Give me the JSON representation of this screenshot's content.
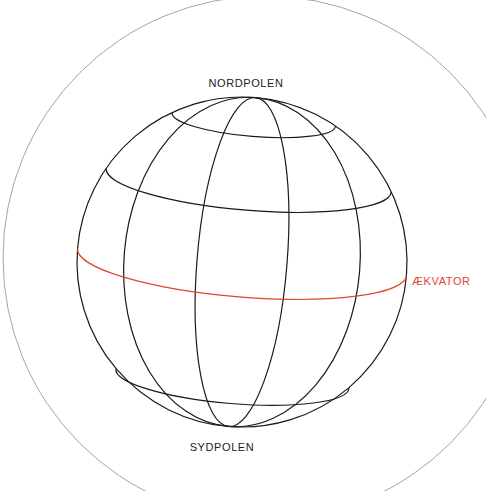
{
  "diagram": {
    "labels": [
      "NORDPOLEN",
      "ÆKVATOR",
      "SYDPOLEN"
    ]
  }
}
